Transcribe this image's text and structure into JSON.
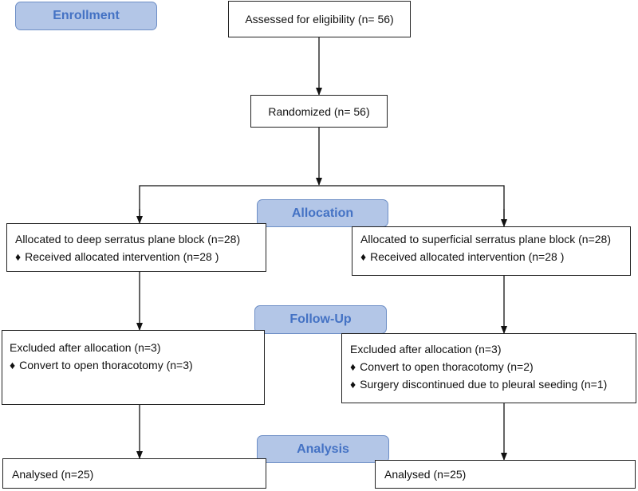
{
  "stages": {
    "enrollment": "Enrollment",
    "allocation": "Allocation",
    "followup": "Follow-Up",
    "analysis": "Analysis"
  },
  "assessed": "Assessed for eligibility (n= 56)",
  "randomized": "Randomized (n= 56)",
  "left": {
    "allocated": "Allocated to deep serratus plane block (n=28)",
    "received": "Received allocated intervention (n=28 )",
    "excluded": "Excluded after allocation (n=3)",
    "reasons": [
      "Convert to open thoracotomy (n=3)"
    ],
    "analysed": "Analysed (n=25)"
  },
  "right": {
    "allocated": "Allocated to superficial serratus plane block (n=28)",
    "received": "Received allocated intervention (n=28 )",
    "excluded": "Excluded after allocation (n=3)",
    "reasons": [
      "Convert to open thoracotomy (n=2)",
      "Surgery discontinued due to pleural seeding (n=1)"
    ],
    "analysed": "Analysed (n=25)"
  }
}
